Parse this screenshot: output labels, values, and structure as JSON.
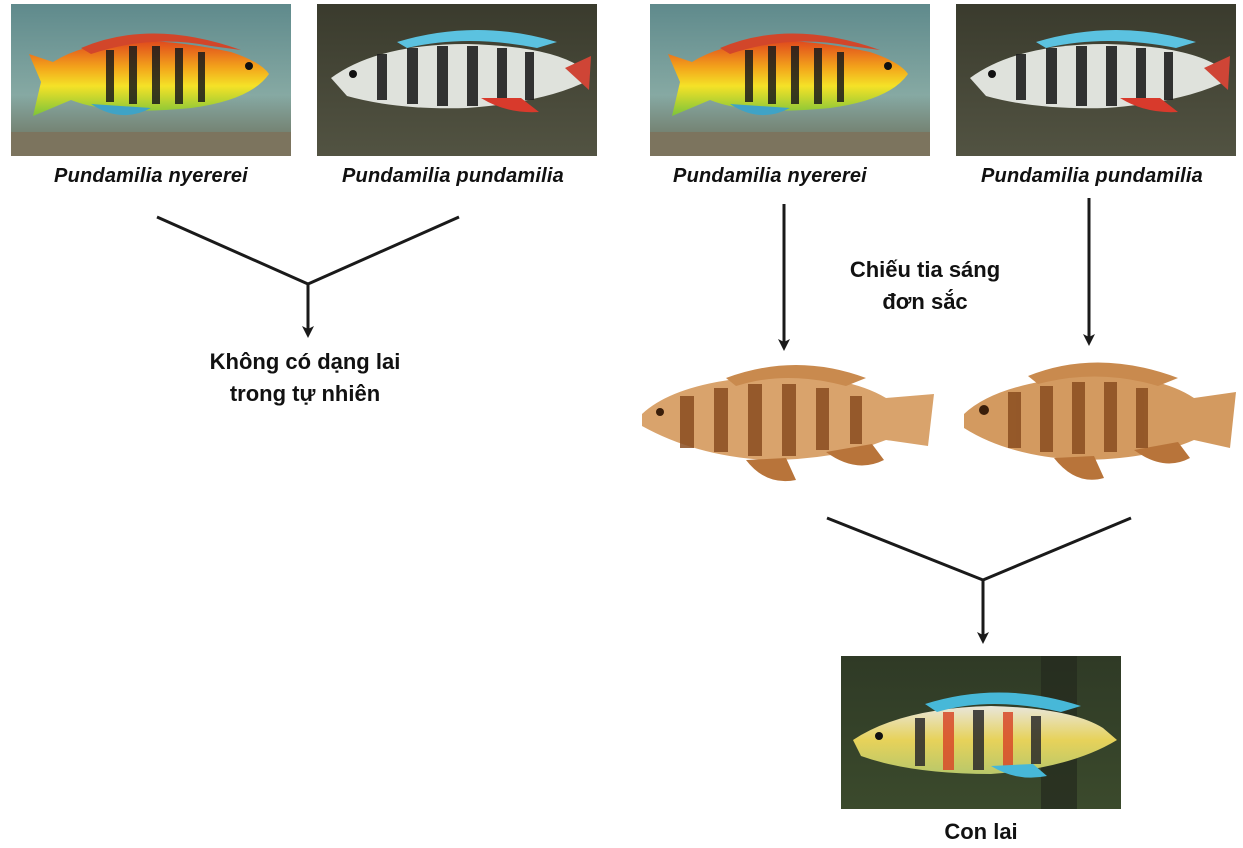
{
  "panels": {
    "left": {
      "species_a": "Pundamilia nyererei",
      "species_b": "Pundamilia pundamilia",
      "result": [
        "Không có dạng lai",
        "trong tự nhiên"
      ]
    },
    "right": {
      "species_a": "Pundamilia nyererei",
      "species_b": "Pundamilia pundamilia",
      "condition": [
        "Chiếu tia sáng",
        "đơn sắc"
      ],
      "result": "Con lai"
    }
  },
  "colors": {
    "line": "#1a1a1a",
    "nyererei_bands": [
      "#e04a1d",
      "#f3a41b",
      "#f5e227",
      "#7cc43a"
    ],
    "pundamilia_body": "#dfe2dc",
    "pundamilia_fin": "#d83a2c",
    "monochrome_fish": "#c98a4e",
    "hybrid_body": "#e7d25a",
    "hybrid_fin": "#47b8d8"
  }
}
